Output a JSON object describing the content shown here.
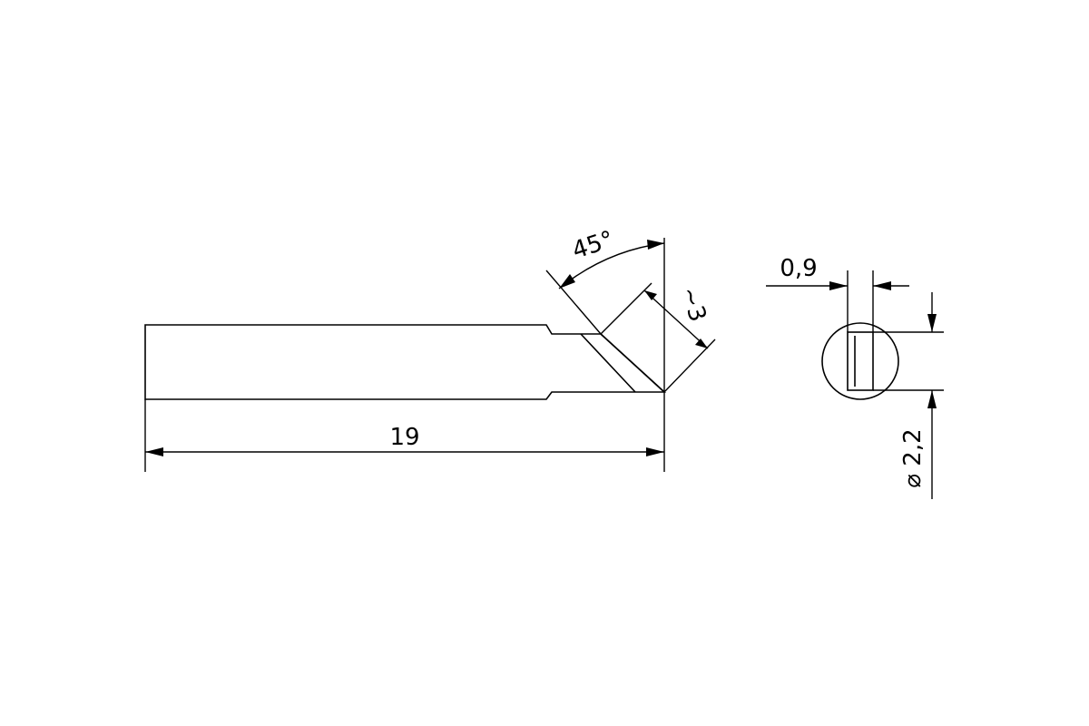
{
  "drawing": {
    "dimensions": {
      "length": "19",
      "angle": "45°",
      "bevel": "~3",
      "thickness": "0,9",
      "diameter": "⌀ 2,2"
    }
  }
}
